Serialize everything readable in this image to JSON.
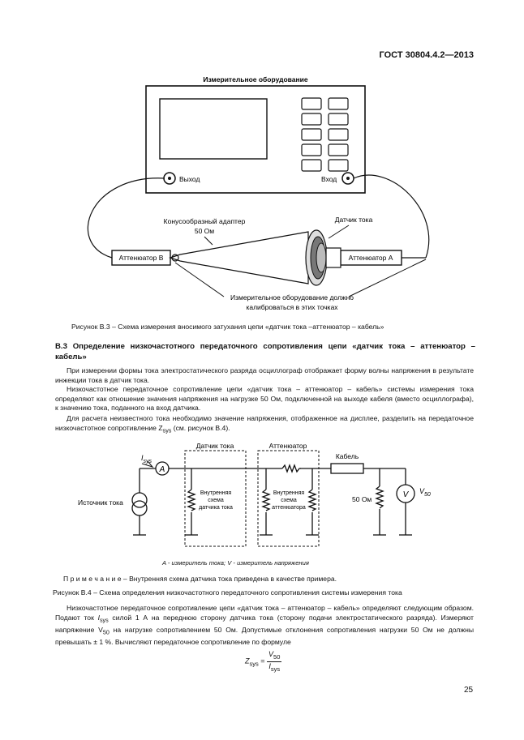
{
  "header": {
    "standard": "ГОСТ 30804.4.2—2013"
  },
  "fig_b3": {
    "equipment_label": "Измерительное оборудование",
    "output_label": "Выход",
    "input_label": "Вход",
    "adapter_label_1": "Конусообразный адаптер",
    "adapter_label_2": "50 Ом",
    "sensor_label": "Датчик тока",
    "att_b": "Аттенюатор В",
    "att_a": "Аттенюатор А",
    "calib_1": "Измерительное оборудование должно",
    "calib_2": "калиброваться в этих точках",
    "caption": "Рисунок В.3 – Схема измерения вносимого затухания цепи «датчик тока –аттенюатор – кабель»"
  },
  "section": {
    "title": "В.3 Определение низкочастотного передаточного сопротивления цепи «датчик тока – аттенюатор – кабель»",
    "p1": "При измерении формы тока электростатического разряда осциллограф отображает форму волны напряжения в результате инжекции тока в датчик тока.",
    "p2": "Низкочастотное передаточное сопротивление цепи «датчик тока – аттенюатор – кабель» системы измерения тока определяют как отношение значения напряжения на нагрузке 50 Ом, подключенной на выходе кабеля (вместо осциллографа), к значению тока, поданного на вход датчика.",
    "p3_a": "Для расчета неизвестного тока необходимо значение напряжения, отображенное на дисплее, разделить на передаточное низкочастотное сопротивление Z",
    "p3_sub": "sys",
    "p3_b": " (см. рисунок В.4)."
  },
  "fig_b4": {
    "isys": "I",
    "isys_sub": "sys",
    "ammeter": "A",
    "voltmeter": "V",
    "v50": "V",
    "v50_sub": "50",
    "sensor_box": "Датчик тока",
    "att_box": "Аттенюатор",
    "cable": "Кабель",
    "source": "Источник тока",
    "inner_sensor_1": "Внутренняя",
    "inner_sensor_2": "схема",
    "inner_sensor_3": "датчика тока",
    "inner_att_1": "Внутренняя",
    "inner_att_2": "схема",
    "inner_att_3": "аттенюатора",
    "load": "50 Ом",
    "legend": "A - измеритель тока; V - измеритель напряжения",
    "note_prefix": "П р и м е ч а н и е",
    "note_text": " – Внутренняя схема датчика тока приведена в качестве примера.",
    "caption": "Рисунок В.4 – Схема определения низкочастотного передаточного сопротивления системы измерения тока"
  },
  "final": {
    "p4_a": "Низкочастотное передаточное сопротивление цепи «датчик тока – аттенюатор – кабель» определяют следующим образом. Подают ток ",
    "p4_i": "I",
    "p4_isub": "sys",
    "p4_b": " силой 1 А на переднюю сторону датчика тока (сторону подачи электростатического разряда). Измеряют напряжение V",
    "p4_vsub": "50",
    "p4_c": " на нагрузке сопротивлением 50 Ом. Допустимые отклонения сопротивления нагрузки 50 Ом не должны превышать ± 1 %. Вычисляют передаточное сопротивление по формуле",
    "f_z": "Z",
    "f_zsub": "sys",
    "f_eq": " = ",
    "f_num": "V",
    "f_numsub": "50",
    "f_den": "I",
    "f_densub": "sys"
  },
  "page_number": "25"
}
